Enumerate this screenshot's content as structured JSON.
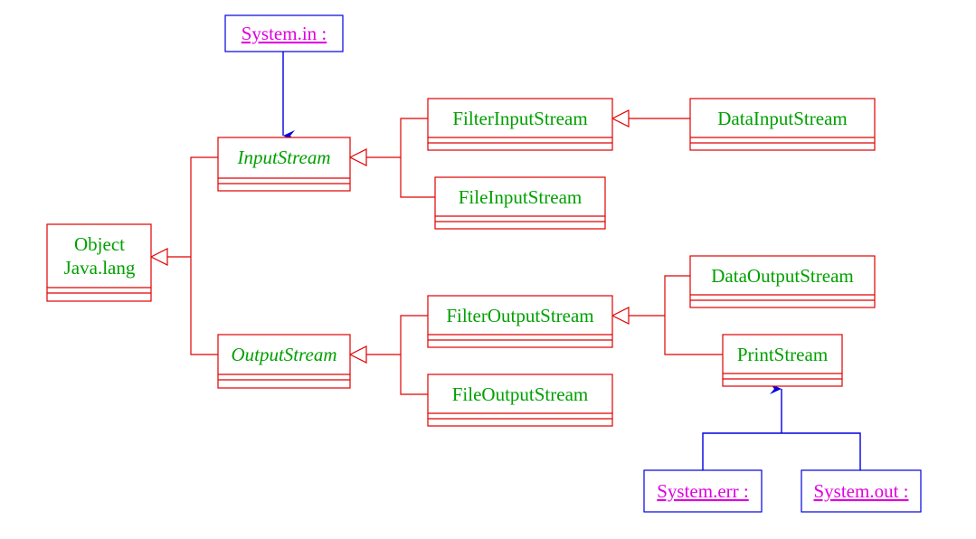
{
  "classes": {
    "object": {
      "line1": "Object",
      "line2": "Java.lang"
    },
    "input_stream": {
      "name": "InputStream"
    },
    "output_stream": {
      "name": "OutputStream"
    },
    "filter_input_stream": {
      "name": "FilterInputStream"
    },
    "file_input_stream": {
      "name": "FileInputStream"
    },
    "data_input_stream": {
      "name": "DataInputStream"
    },
    "filter_output_stream": {
      "name": "FilterOutputStream"
    },
    "file_output_stream": {
      "name": "FileOutputStream"
    },
    "data_output_stream": {
      "name": "DataOutputStream"
    },
    "print_stream": {
      "name": "PrintStream"
    }
  },
  "objects": {
    "system_in": {
      "label": "System.in :"
    },
    "system_err": {
      "label": "System.err :"
    },
    "system_out": {
      "label": "System.out :"
    }
  },
  "colors": {
    "class_border": "#e00000",
    "class_text": "#00a000",
    "object_border": "#0000e0",
    "object_text": "#e000e0",
    "association": "#0000e0"
  }
}
